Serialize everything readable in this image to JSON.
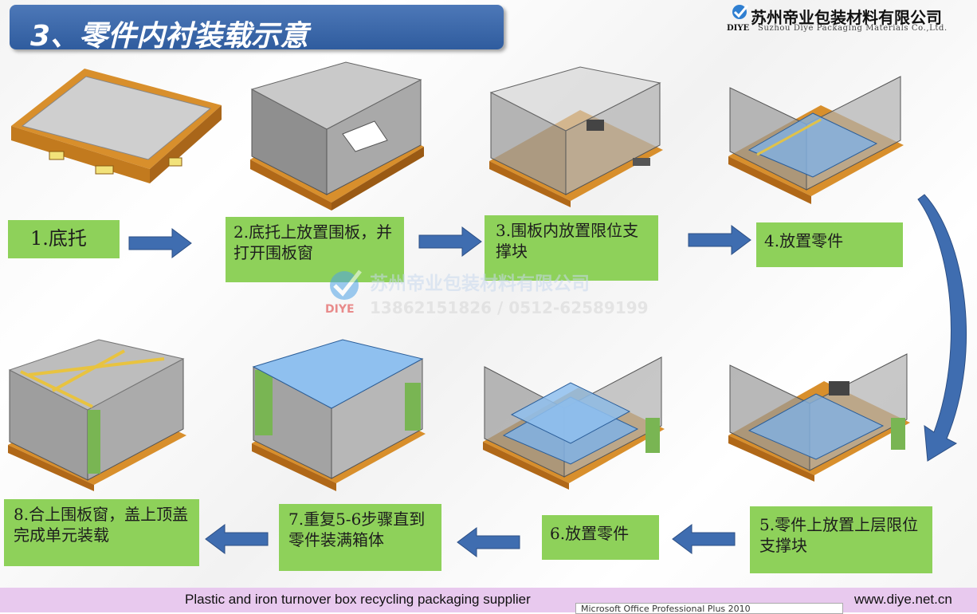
{
  "title": "3、零件内衬装载示意",
  "company": {
    "name_cn": "苏州帝业包装材料有限公司",
    "name_en": "Suzhou Diye  Packaging  Materials Co.,Ltd.",
    "brand": "DIYE"
  },
  "steps": [
    {
      "id": 1,
      "label": "1.底托"
    },
    {
      "id": 2,
      "label": "2.底托上放置围板，并打开围板窗"
    },
    {
      "id": 3,
      "label": "3.围板内放置限位支撑块"
    },
    {
      "id": 4,
      "label": "4.放置零件"
    },
    {
      "id": 5,
      "label": "5.零件上放置上层限位支撑块"
    },
    {
      "id": 6,
      "label": "6.放置零件"
    },
    {
      "id": 7,
      "label": "7.重复5-6步骤直到零件装满箱体"
    },
    {
      "id": 8,
      "label": "8.合上围板窗，盖上顶盖完成单元装载"
    }
  ],
  "watermark": {
    "brand": "DIYE",
    "company": "苏州帝业包装材料有限公司",
    "phone": "13862151826 / 0512-62589199"
  },
  "footer": {
    "tagline": "Plastic and iron turnover box recycling packaging supplier",
    "website": "www.diye.net.cn"
  },
  "tooltip": "Microsoft Office Professional Plus 2010",
  "colors": {
    "title_bar": "#3a66a8",
    "step_box": "#8ed15a",
    "arrow": "#3f6db0",
    "pallet": "#d88f2c",
    "panel": "#9a9a9a",
    "footer": "#e8c9ee"
  }
}
